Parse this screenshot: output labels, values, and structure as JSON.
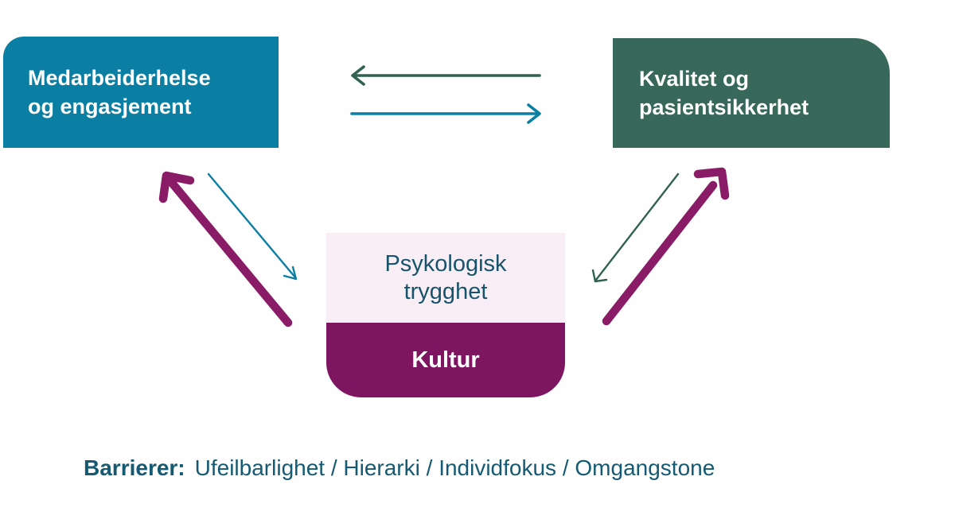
{
  "colors": {
    "background": "#fdfefd",
    "teal": "#0b7fa3",
    "green": "#38685a",
    "purple": "#7d1560",
    "purpleArrow": "#8a1c67",
    "greenArrow": "#30624f",
    "pink": "#f9eef6",
    "darkTeal": "#17536b",
    "barrierText": "#155a72"
  },
  "boxes": {
    "employee_health": {
      "lines": [
        "Medarbeiderhelse",
        "og engasjement"
      ]
    },
    "quality_safety": {
      "lines": [
        "Kvalitet og",
        "pasientsikkerhet"
      ]
    },
    "psychological_safety": {
      "lines": [
        "Psykologisk",
        "trygghet"
      ]
    },
    "culture": {
      "label": "Kultur"
    }
  },
  "arrows": [
    {
      "name": "quality-to-health-arrow",
      "color": "#30624f",
      "direction": "left",
      "weight": "medium"
    },
    {
      "name": "health-to-quality-arrow",
      "color": "#0b7fa3",
      "direction": "right",
      "weight": "medium"
    },
    {
      "name": "health-to-culture-arrow",
      "color": "#0b7fa3",
      "direction": "down-right",
      "weight": "thin"
    },
    {
      "name": "culture-to-health-arrow",
      "color": "#8a1c67",
      "direction": "up-left",
      "weight": "thick"
    },
    {
      "name": "quality-to-culture-arrow",
      "color": "#30624f",
      "direction": "down-left",
      "weight": "thin"
    },
    {
      "name": "culture-to-quality-arrow",
      "color": "#8a1c67",
      "direction": "up-right",
      "weight": "thick"
    }
  ],
  "barriers": {
    "label": "Barrierer:",
    "items_text": "Ufeilbarlighet / Hierarki / Individfokus / Omgangstone"
  }
}
